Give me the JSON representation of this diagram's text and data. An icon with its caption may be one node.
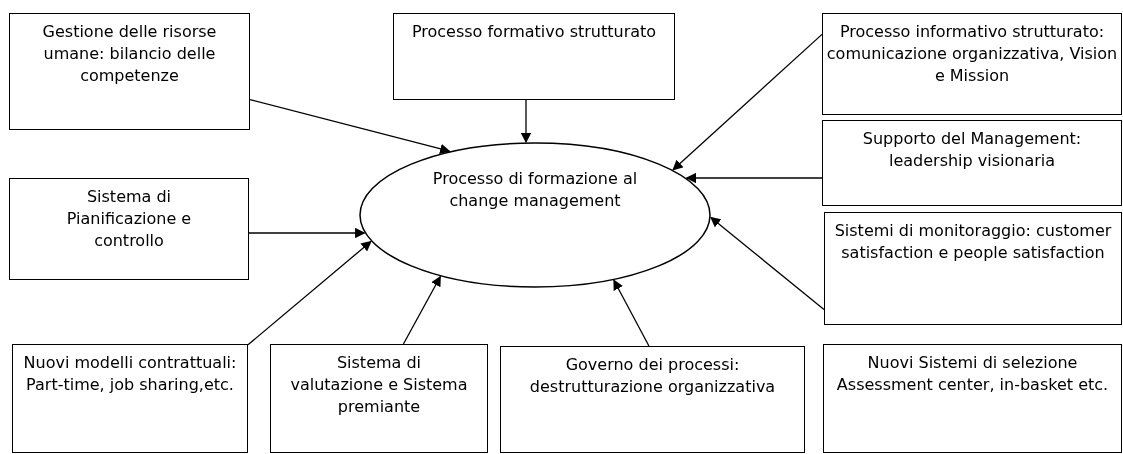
{
  "diagram": {
    "nodes": [
      {
        "text": [
          "Gestione delle risorse umane: bilancio delle competenze"
        ]
      },
      {
        "text": [
          "Processo formativo strutturato"
        ]
      },
      {
        "text": [
          "Processo informativo strutturato: comunicazione organizzativa, Vision e Mission"
        ]
      },
      {
        "text": [
          "Supporto del Management: leadership visionaria"
        ]
      },
      {
        "text": [
          "Sistema di Pianificazione e controllo"
        ]
      },
      {
        "text": [
          "Processo di formazione al change management"
        ]
      },
      {
        "text": [
          "Sistemi di monitoraggio: customer satisfaction e people satisfaction"
        ]
      },
      {
        "text": [
          "Nuovi modelli contrattuali: Part-time, job sharing,etc."
        ]
      },
      {
        "text": [
          "Sistema di valutazione e Sistema premiante"
        ]
      },
      {
        "text": [
          "Governo dei processi: destrutturazione organizzativa"
        ]
      },
      {
        "text": [
          "Nuovi Sistemi di selezione Assessment center, in-basket etc."
        ]
      }
    ],
    "edges": [
      {
        "from": 0,
        "to": 5,
        "arrow": "to"
      },
      {
        "from": 1,
        "to": 5,
        "arrow": "to"
      },
      {
        "from": 2,
        "to": 5,
        "arrow": "to"
      },
      {
        "from": 3,
        "to": 5,
        "arrow": "to"
      },
      {
        "from": 4,
        "to": 5,
        "arrow": "to"
      },
      {
        "from": 6,
        "to": 5,
        "arrow": "to"
      },
      {
        "from": 7,
        "to": 5,
        "arrow": "to"
      },
      {
        "from": 8,
        "to": 5,
        "arrow": "to"
      },
      {
        "from": 9,
        "to": 5,
        "arrow": "to"
      }
    ]
  }
}
